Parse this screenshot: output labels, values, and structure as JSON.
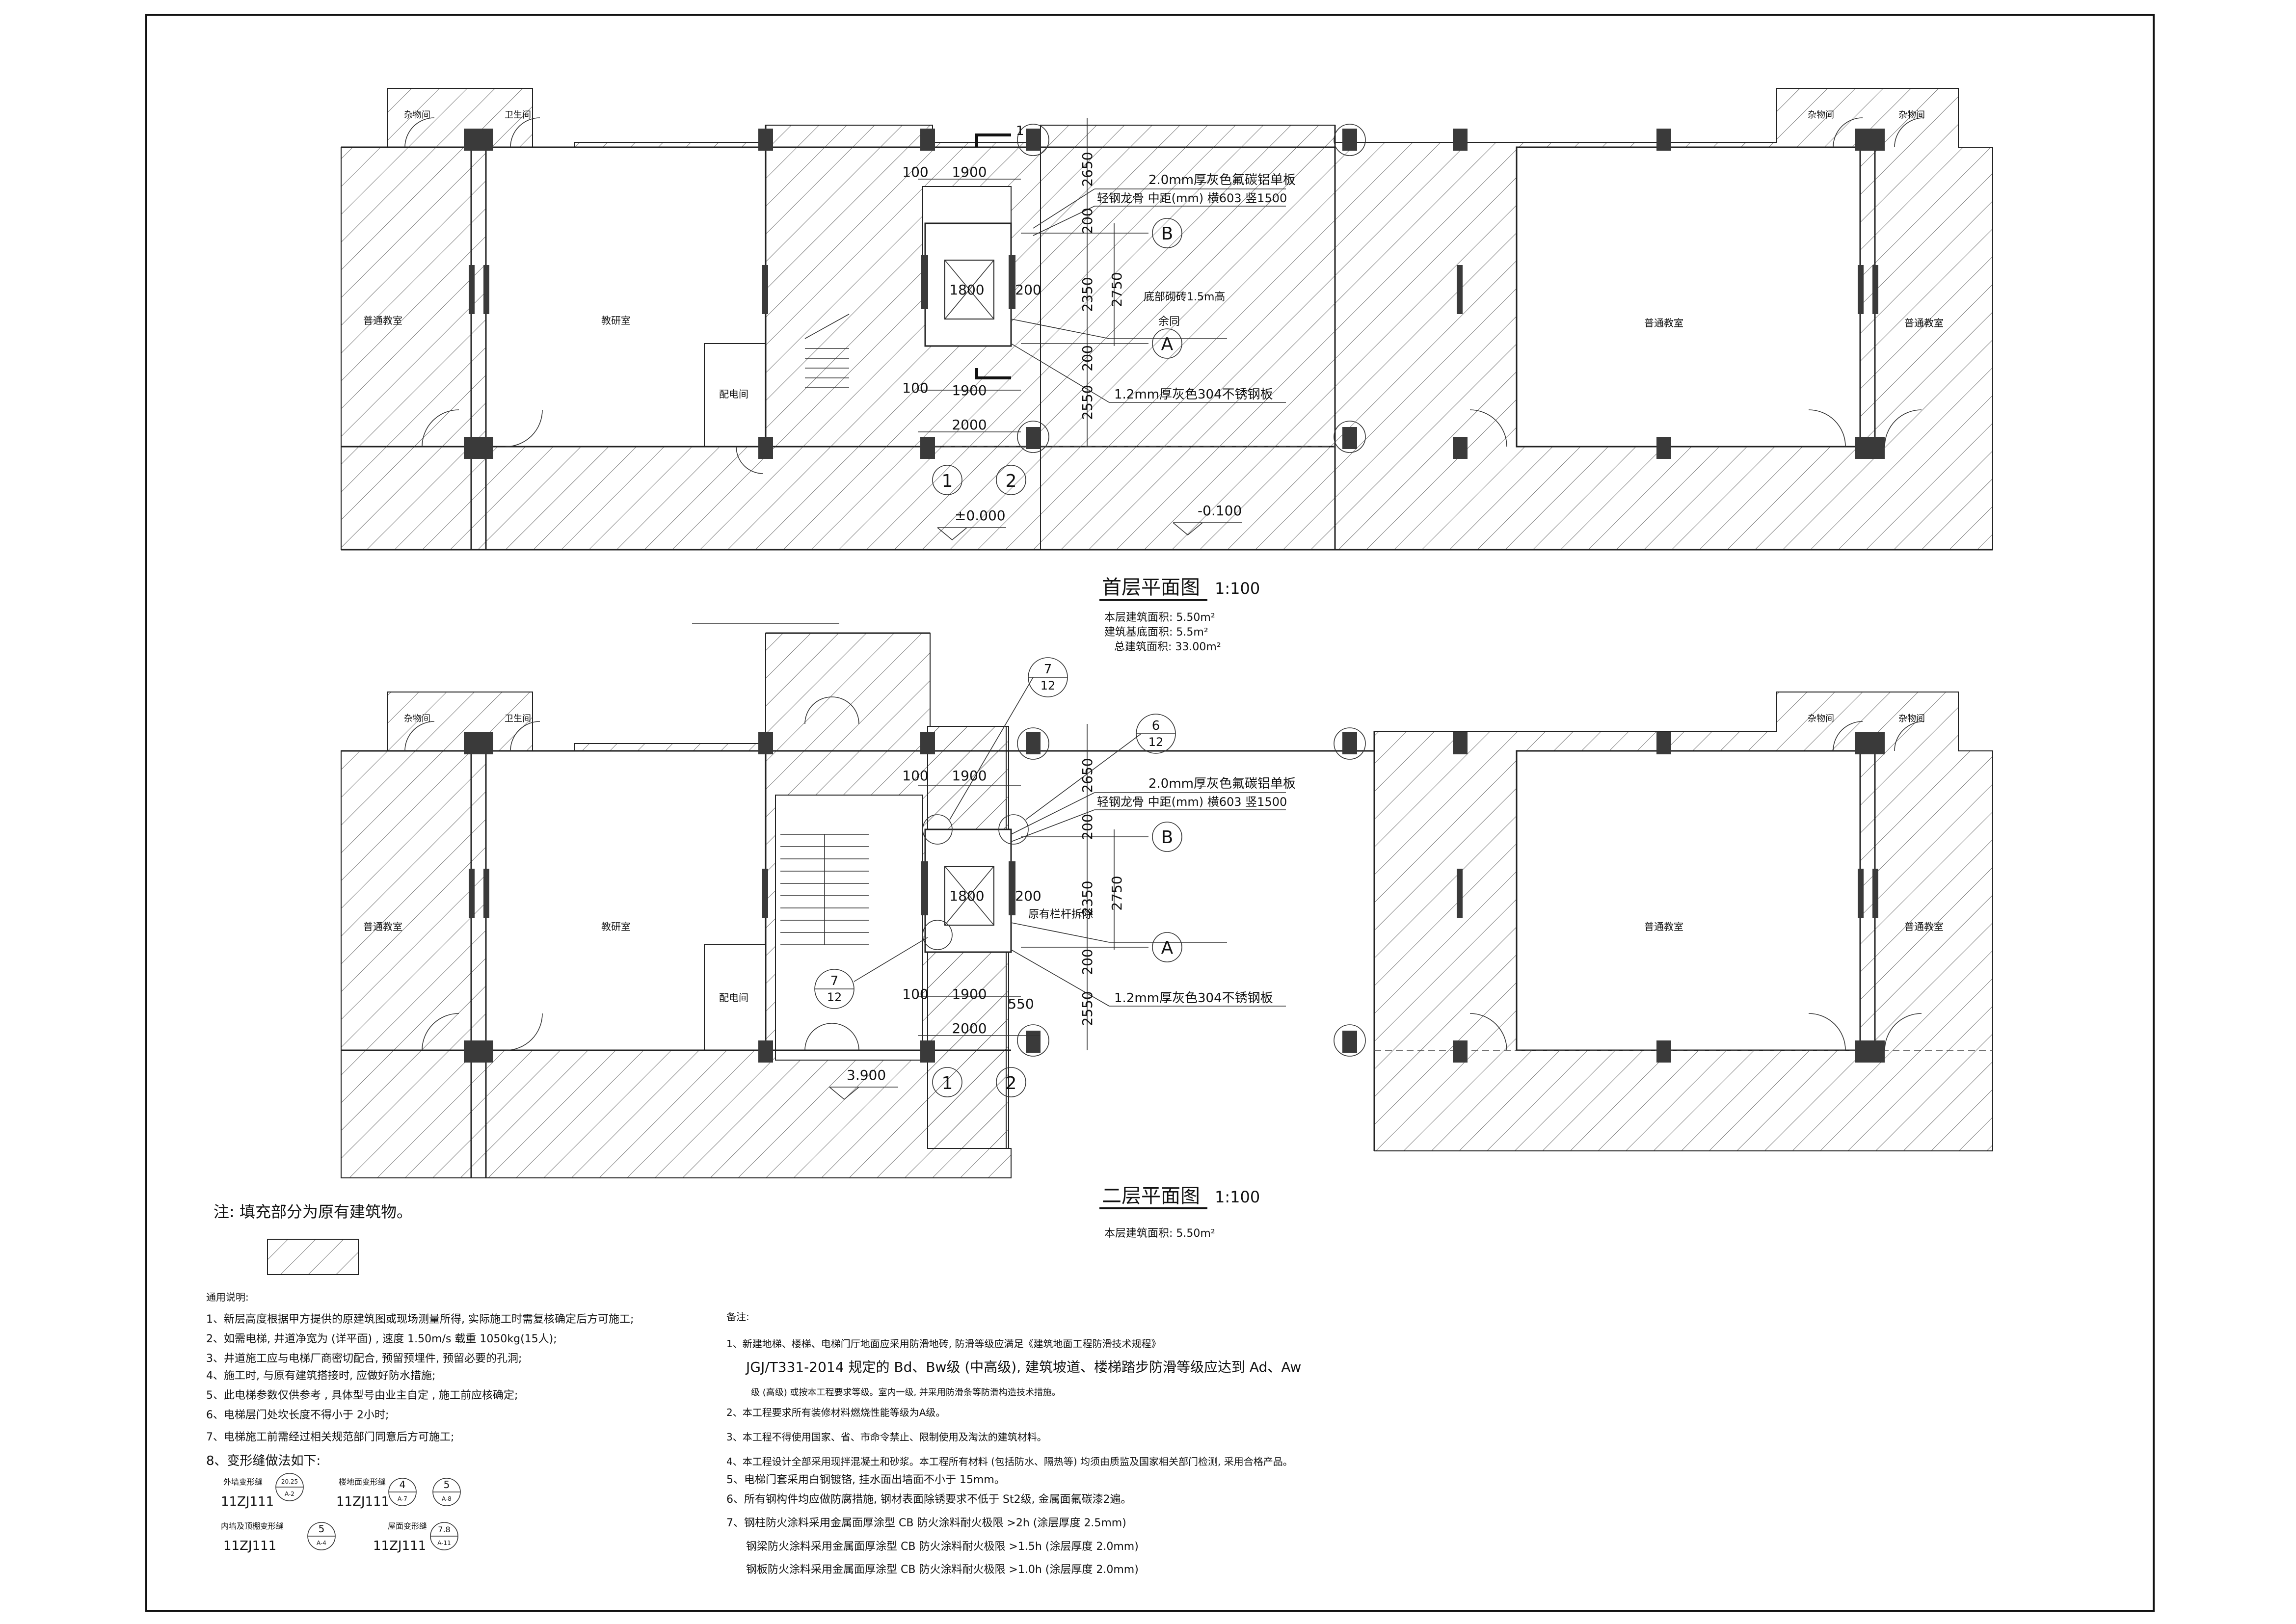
{
  "colors": {
    "line": "#222222",
    "column": "#3a3a3a",
    "background": "#ffffff"
  },
  "plan1": {
    "title": "首层平面图",
    "scale": "1:100",
    "area_lines": [
      "本层建筑面积: 5.50m²",
      "建筑基底面积: 5.5m²",
      "总建筑面积: 33.00m²"
    ],
    "rooms": {
      "storage_left": "杂物间",
      "toilet": "卫生间",
      "classroom_a": "普通教室",
      "classroom_b": "教研室",
      "electric": "配电间",
      "classroom_c": "普通教室",
      "classroom_d": "普通教室",
      "storage_r1": "杂物间",
      "storage_r2": "杂物间"
    },
    "elev_left": "±0.000",
    "elev_right": "-0.100",
    "dims": {
      "d100a": "100",
      "d1900a": "1900",
      "d1800": "1800",
      "d200a": "200",
      "d100b": "100",
      "d1900b": "1900",
      "d2000": "2000",
      "v2650": "2650",
      "v200a": "200",
      "v2350": "2350",
      "v2750": "2750",
      "v200b": "200",
      "v2550": "2550"
    },
    "notes": {
      "n1": "2.0mm厚灰色氟碳铝单板",
      "n2": "轻钢龙骨  中距(mm) 横603 竖1500",
      "n3": "底部砌砖1.5m高",
      "n4": "余同",
      "n5": "1.2mm厚灰色304不锈钢板"
    },
    "axes": {
      "a": "A",
      "b": "B",
      "one": "1",
      "two": "2"
    },
    "section_mark": "1"
  },
  "plan2": {
    "title": "二层平面图",
    "scale": "1:100",
    "area_lines": [
      "本层建筑面积: 5.50m²"
    ],
    "rooms": {
      "storage_left": "杂物间",
      "toilet": "卫生间",
      "classroom_a": "普通教室",
      "classroom_b": "教研室",
      "electric": "配电间",
      "classroom_c": "普通教室",
      "classroom_d": "普通教室",
      "storage_r1": "杂物间",
      "storage_r2": "杂物间"
    },
    "elev": "3.900",
    "dims": {
      "d100a": "100",
      "d1900a": "1900",
      "d1800": "1800",
      "d200a": "200",
      "d100b": "100",
      "d1900b": "1900",
      "d550": "550",
      "d2000": "2000",
      "v2650": "2650",
      "v200a": "200",
      "v2350": "2350",
      "v2750": "2750",
      "v200b": "200",
      "v2550": "2550"
    },
    "notes": {
      "n1": "2.0mm厚灰色氟碳铝单板",
      "n2": "轻钢龙骨  中距(mm) 横603 竖1500",
      "n3": "原有栏杆拆除",
      "n5": "1.2mm厚灰色304不锈钢板"
    },
    "axes": {
      "a": "A",
      "b": "B",
      "one": "1",
      "two": "2"
    },
    "callouts": [
      {
        "top": "7",
        "bottom": "12"
      },
      {
        "top": "6",
        "bottom": "12"
      },
      {
        "top": "7",
        "bottom": "12"
      }
    ]
  },
  "legend_note": "注: 填充部分为原有建筑物。",
  "general": {
    "title": "通用说明:",
    "items": [
      "1、新层高度根据甲方提供的原建筑图或现场测量所得, 实际施工时需复核确定后方可施工;",
      "2、如需电梯, 井道净宽为 (详平面)                    , 速度 1.50m/s 载重 1050kg(15人);",
      "3、井道施工应与电梯厂商密切配合, 预留预埋件, 预留必要的孔洞;",
      "4、施工时, 与原有建筑搭接时, 应做好防水措施;",
      "5、此电梯参数仅供参考          , 具体型号由业主自定          , 施工前应核确定;",
      "6、电梯层门处坎长度不得小于           2小时;",
      "7、电梯施工前需经过相关规范部门同意后方可施工;",
      "8、变形缝做法如下:"
    ],
    "joints": [
      {
        "label": "外墙变形缝",
        "atlas": "11ZJ111",
        "top": "20.25",
        "bottom": "A-2"
      },
      {
        "label": "楼地面变形缝",
        "atlas": "11ZJ111",
        "top": "4",
        "bottom": "A-7",
        "top2": "5",
        "bottom2": "A-8"
      },
      {
        "label": "内墙及顶棚变形缝",
        "atlas": "11ZJ111",
        "top": "5",
        "bottom": "A-4"
      },
      {
        "label": "屋面变形缝",
        "atlas": "11ZJ111",
        "top": "7.8",
        "bottom": "A-11"
      }
    ]
  },
  "remarks": {
    "title": "备注:",
    "items": [
      "1、新建地梯、楼梯、电梯门厅地面应采用防滑地砖, 防滑等级应满足《建筑地面工程防滑技术规程》",
      "JGJ/T331-2014 规定的 Bd、Bw级 (中高级), 建筑坡道、楼梯踏步防滑等级应达到 Ad、Aw",
      "级 (高级) 或按本工程要求等级。室内一级, 并采用防滑条等防滑构造技术措施。",
      "2、本工程要求所有装修材料燃烧性能等级为A级。",
      "3、本工程不得使用国家、省、市命令禁止、限制使用及淘汰的建筑材料。",
      "4、本工程设计全部采用现拌混凝土和砂浆。本工程所有材料 (包括防水、隔热等) 均须由质监及国家相关部门检测, 采用合格产品。",
      "5、电梯门套采用白钢镀铬, 挂水面出墙面不小于 15mm。",
      "6、所有钢构件均应做防腐措施, 钢材表面除锈要求不低于 St2级, 金属面氟碳漆2遍。",
      "7、钢柱防火涂料采用金属面厚涂型 CB 防火涂料耐火极限 >2h (涂层厚度 2.5mm)",
      "钢梁防火涂料采用金属面厚涂型 CB 防火涂料耐火极限 >1.5h (涂层厚度 2.0mm)",
      "钢板防火涂料采用金属面厚涂型 CB 防火涂料耐火极限 >1.0h (涂层厚度 2.0mm)"
    ]
  }
}
